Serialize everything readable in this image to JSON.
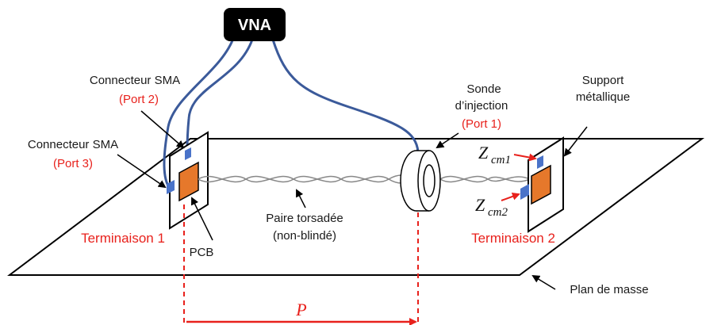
{
  "vna": {
    "label": "VNA"
  },
  "labels": {
    "connecteur_port2": "Connecteur SMA",
    "port2": "(Port 2)",
    "connecteur_port3": "Connecteur SMA",
    "port3": "(Port 3)",
    "sonde_line1": "Sonde",
    "sonde_line2": "d’injection",
    "port1": "(Port 1)",
    "support_line1": "Support",
    "support_line2": "métallique",
    "terminaison1": "Terminaison  1",
    "terminaison2": "Terminaison  2",
    "pcb": "PCB",
    "paire_line1": "Paire torsadée",
    "paire_line2": "(non-blindé)",
    "plan_masse": "Plan de masse",
    "zcm1_main": "Z",
    "zcm1_sub": "cm1",
    "zcm2_main": "Z",
    "zcm2_sub": "cm2",
    "p_label": "P"
  },
  "colors": {
    "cable": "#3b5a9a",
    "pcb": "#e6782b",
    "connector": "#4a73c9",
    "annotation_red": "#e8211c",
    "vna_box": "#000000"
  }
}
